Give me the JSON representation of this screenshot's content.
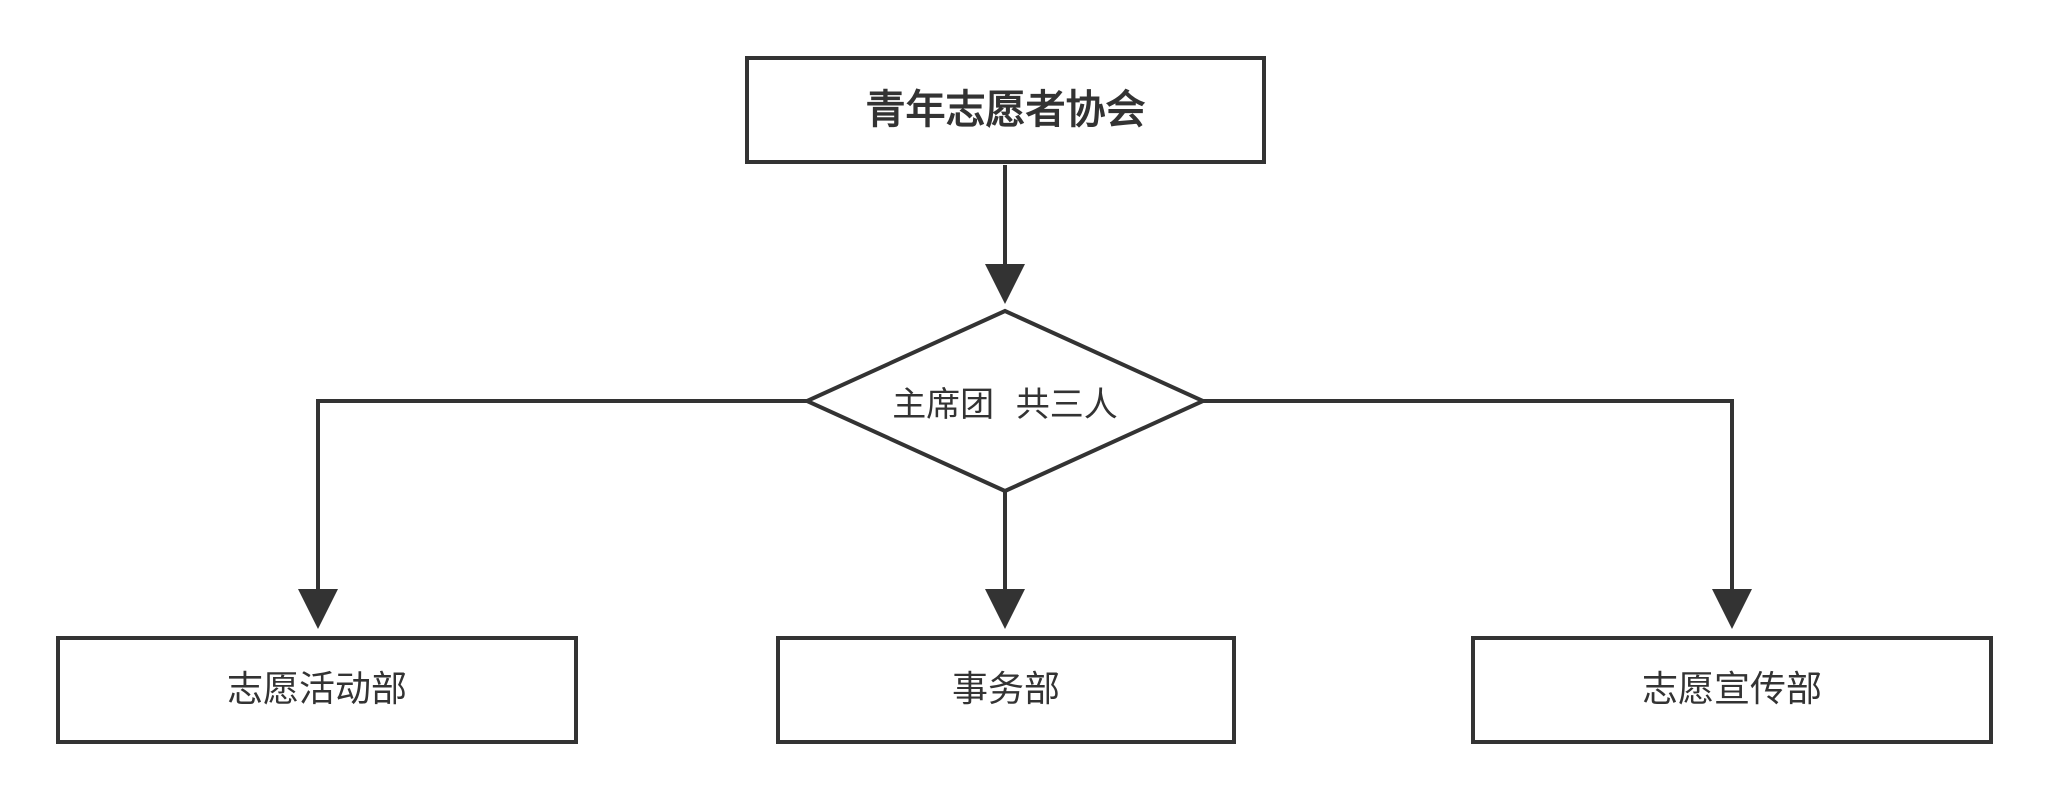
{
  "diagram": {
    "root": {
      "label": "青年志愿者协会"
    },
    "center": {
      "label": "主席团  共三人"
    },
    "departments": [
      {
        "label": "志愿活动部"
      },
      {
        "label": "事务部"
      },
      {
        "label": "志愿宣传部"
      }
    ],
    "colors": {
      "stroke": "#333333",
      "fill": "#ffffff",
      "text": "#333333"
    }
  }
}
